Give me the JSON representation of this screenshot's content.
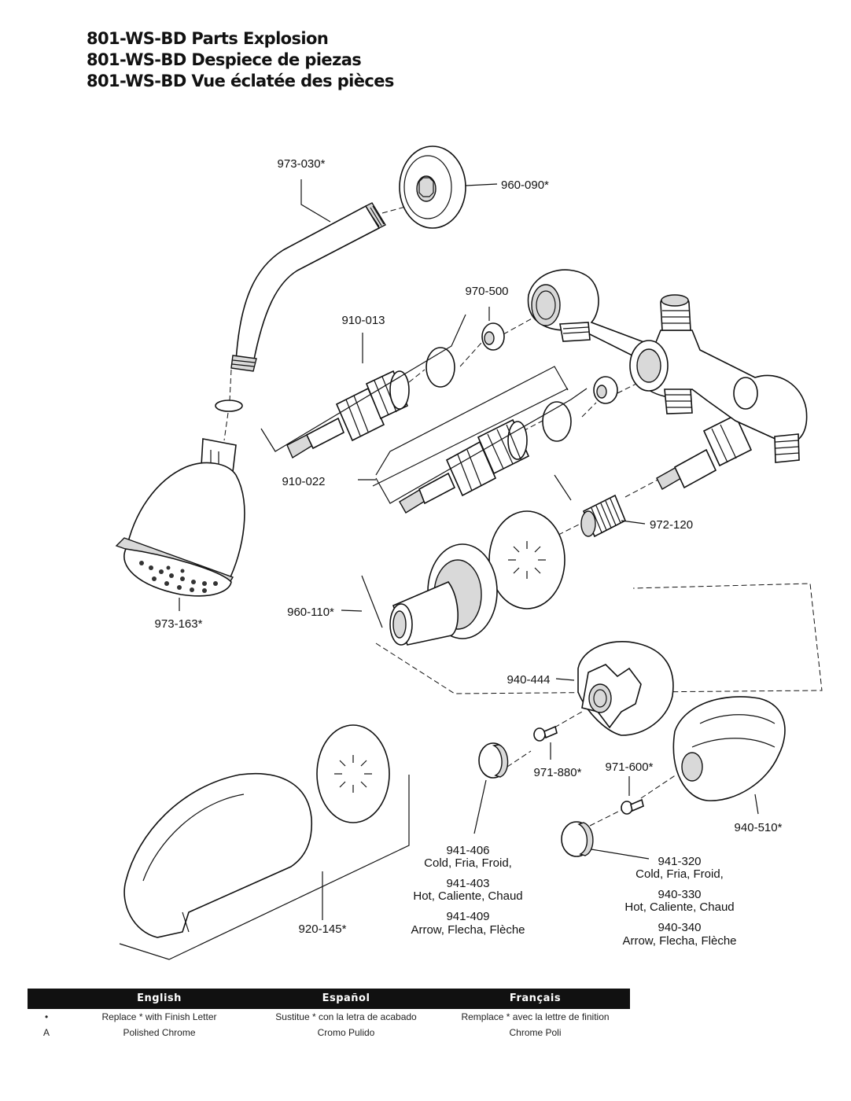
{
  "titles": [
    "801-WS-BD Parts Explosion",
    "801-WS-BD Despiece de piezas",
    "801-WS-BD Vue éclatée des pièces"
  ],
  "parts": {
    "p973_030": "973-030*",
    "p960_090": "960-090*",
    "p970_500": "970-500",
    "p910_013": "910-013",
    "p910_022": "910-022",
    "p972_120": "972-120",
    "p973_163": "973-163*",
    "p960_110": "960-110*",
    "p940_444": "940-444",
    "p971_880": "971-880*",
    "p971_600": "971-600*",
    "p940_510": "940-510*",
    "p920_145": "920-145*"
  },
  "caps_left": [
    {
      "num": "941-406",
      "desc": "Cold, Fria, Froid,"
    },
    {
      "num": "941-403",
      "desc": "Hot, Caliente, Chaud"
    },
    {
      "num": "941-409",
      "desc": "Arrow, Flecha, Flèche"
    }
  ],
  "caps_right": [
    {
      "num": "941-320",
      "desc": "Cold, Fria, Froid,"
    },
    {
      "num": "940-330",
      "desc": "Hot, Caliente, Chaud"
    },
    {
      "num": "940-340",
      "desc": "Arrow, Flecha, Flèche"
    }
  ],
  "legend": {
    "headers": [
      "English",
      "Español",
      "Français"
    ],
    "rows": [
      {
        "key": "•",
        "en": "Replace * with Finish Letter",
        "es": "Sustitue * con la letra de acabado",
        "fr": "Remplace * avec la lettre de finition"
      },
      {
        "key": "A",
        "en": "Polished Chrome",
        "es": "Cromo Pulido",
        "fr": "Chrome Poli"
      }
    ]
  }
}
